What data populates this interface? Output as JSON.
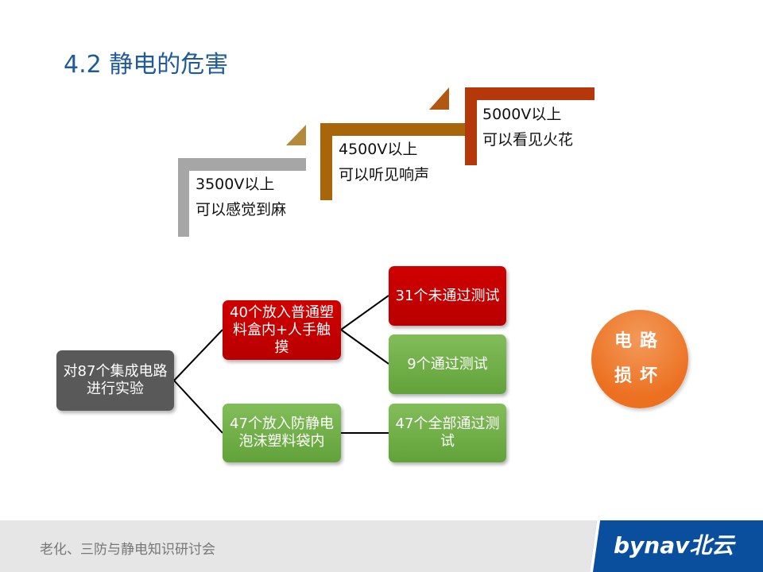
{
  "title": "4.2  静电的危害",
  "steps": [
    {
      "line1": "3500V以上",
      "line2": "可以感觉到麻",
      "color": "#a6a6a6"
    },
    {
      "line1": "4500V以上",
      "line2": "可以听见响声",
      "color": "#a8650a"
    },
    {
      "line1": "5000V以上",
      "line2": "可以看见火花",
      "color": "#b5380a"
    }
  ],
  "diagram": {
    "root": "对87个集成电路进行实验",
    "branch_a": "40个放入普通塑料盒内+人手触摸",
    "branch_b": "47个放入防静电泡沫塑料袋内",
    "result_a_fail": "31个未通过测试",
    "result_a_pass": "9个通过测试",
    "result_b_pass": "47个全部通过测试"
  },
  "circle": {
    "line1": "电路",
    "line2": "损坏"
  },
  "footer": {
    "text": "老化、三防与静电知识研讨会",
    "logo": "bynav北云"
  }
}
